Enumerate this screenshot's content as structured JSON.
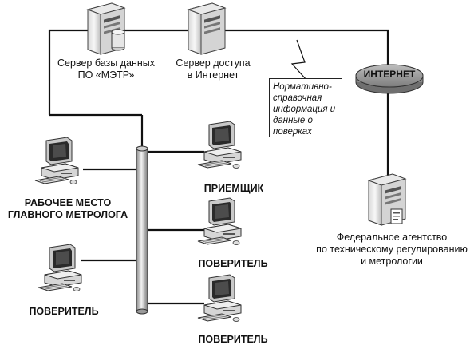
{
  "servers": {
    "db": {
      "label": "Сервер базы данных\nПО «МЭТР»",
      "icon": "database-server-icon"
    },
    "access": {
      "label": "Сервер доступа\nв Интернет",
      "icon": "server-icon"
    }
  },
  "note": {
    "text": "Нормативно-\nсправочная\nинформация и\nданные о\nповерках"
  },
  "internet": {
    "label": "ИНТЕРНЕТ",
    "icon": "cloud-icon"
  },
  "agency": {
    "label": "Федеральное агентство\nпо техническому регулированию\nи метрологии",
    "icon": "server-icon"
  },
  "workstations": {
    "chief": {
      "label": "РАБОЧЕЕ МЕСТО\nГЛАВНОГО МЕТРОЛОГА"
    },
    "verifier_left": {
      "label": "ПОВЕРИТЕЛЬ"
    },
    "receiver": {
      "label": "ПРИЕМЩИК"
    },
    "verifier_mid": {
      "label": "ПОВЕРИТЕЛЬ"
    },
    "verifier_bottom": {
      "label": "ПОВЕРИТЕЛЬ"
    }
  }
}
